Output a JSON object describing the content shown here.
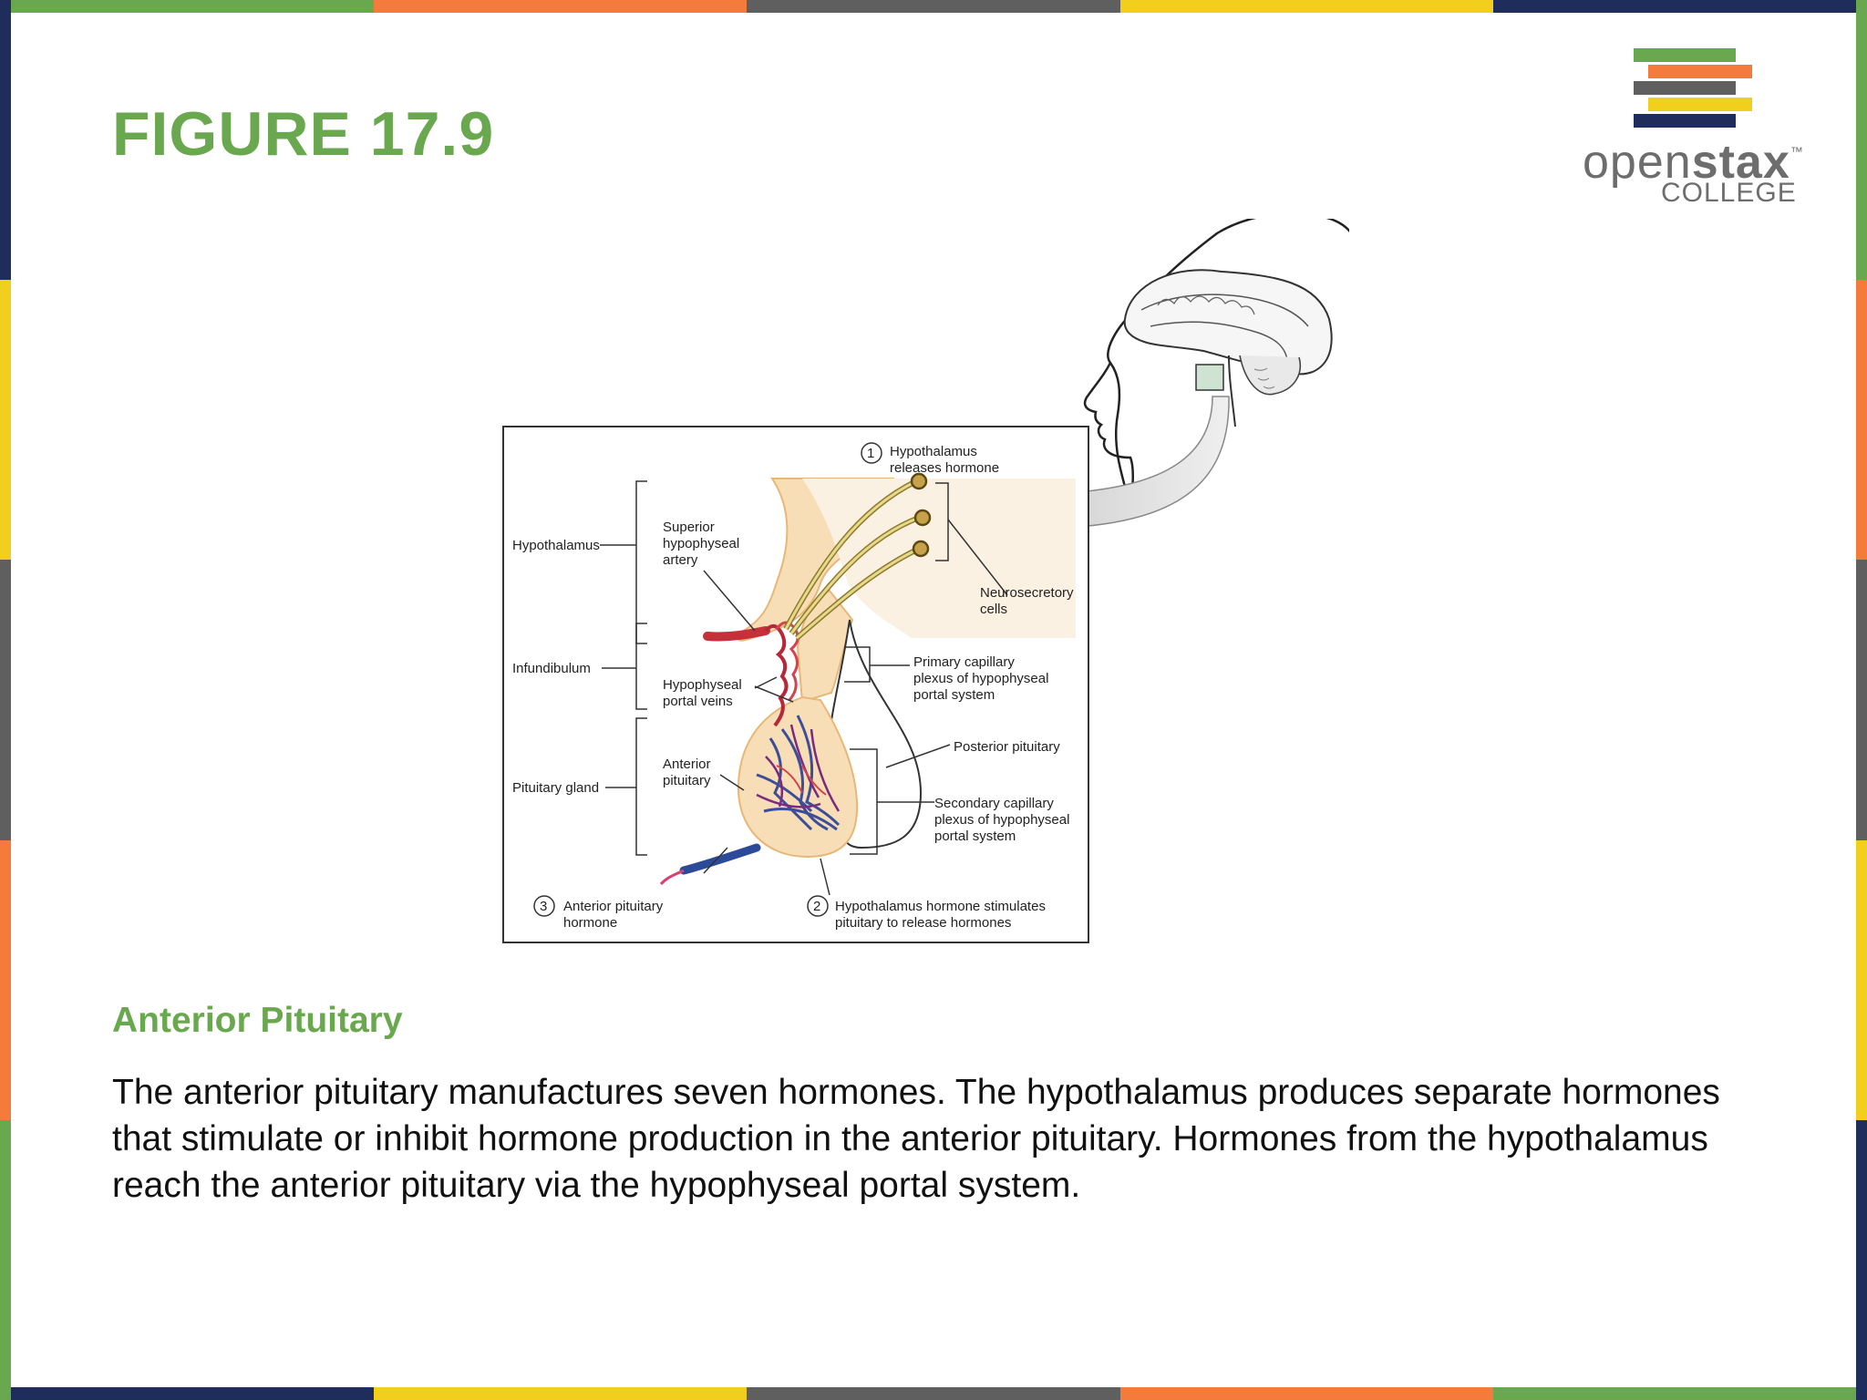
{
  "colors": {
    "accent_green": "#6aa84f",
    "orange": "#f47b3c",
    "gray": "#5f5f5f",
    "yellow": "#f2cf1c",
    "navy": "#1f2d5c"
  },
  "header": {
    "title": "FIGURE 17.9"
  },
  "logo": {
    "word_light": "open",
    "word_bold": "stax",
    "tm": "™",
    "subtitle": "COLLEGE"
  },
  "figure": {
    "labels": {
      "hypothalamus": "Hypothalamus",
      "infundibulum": "Infundibulum",
      "pituitary_gland": "Pituitary gland",
      "superior_artery_l1": "Superior",
      "superior_artery_l2": "hypophyseal",
      "superior_artery_l3": "artery",
      "portal_veins_l1": "Hypophyseal",
      "portal_veins_l2": "portal veins",
      "anterior_pituitary_l1": "Anterior",
      "anterior_pituitary_l2": "pituitary",
      "step1_num": "1",
      "step1_l1": "Hypothalamus",
      "step1_l2": "releases hormone",
      "neurosecretory_l1": "Neurosecretory",
      "neurosecretory_l2": "cells",
      "primary_plexus_l1": "Primary capillary",
      "primary_plexus_l2": "plexus of hypophyseal",
      "primary_plexus_l3": "portal system",
      "posterior_pituitary": "Posterior pituitary",
      "secondary_plexus_l1": "Secondary capillary",
      "secondary_plexus_l2": "plexus of hypophyseal",
      "secondary_plexus_l3": "portal system",
      "step3_num": "3",
      "step3_l1": "Anterior pituitary",
      "step3_l2": "hormone",
      "step2_num": "2",
      "step2_l1": "Hypothalamus hormone stimulates",
      "step2_l2": "pituitary to release hormones"
    }
  },
  "section": {
    "title": "Anterior Pituitary",
    "body": "The anterior pituitary manufactures seven hormones. The hypothalamus produces separate hormones that stimulate or inhibit hormone production in the anterior pituitary. Hormones from the hypothalamus reach the anterior pituitary via the hypophyseal portal system."
  }
}
